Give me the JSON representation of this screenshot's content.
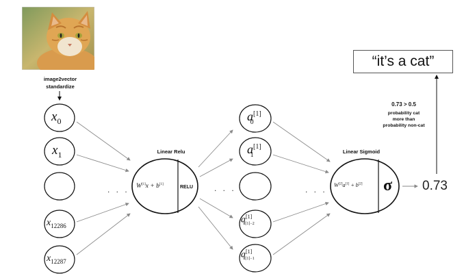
{
  "input": {
    "caption_line1": "image2vector",
    "caption_line2": "standardize",
    "nodes": [
      {
        "var": "x",
        "sub": "0"
      },
      {
        "var": "x",
        "sub": "1"
      },
      {
        "var": "",
        "sub": ""
      },
      {
        "var": "x",
        "sub": "12286"
      },
      {
        "var": "x",
        "sub": "12287"
      }
    ],
    "ellipsis": ". . ."
  },
  "hidden_layer": {
    "title": "Linear Relu",
    "linear_label": "W",
    "linear_sup": "[1]",
    "linear_mid": "x + b",
    "linear_sup2": "[1]",
    "activation_label": "RELU",
    "ellipsis": ". . ."
  },
  "activations": {
    "nodes": [
      {
        "var": "a",
        "sup": "[1]",
        "sub": "0"
      },
      {
        "var": "a",
        "sup": "[1]",
        "sub": "1"
      },
      {
        "var": "",
        "sup": "",
        "sub": ""
      },
      {
        "var": "a",
        "sup": "[1]",
        "sub": "n[1]−2"
      },
      {
        "var": "a",
        "sup": "[1]",
        "sub": "n[1]−1"
      }
    ]
  },
  "output_layer": {
    "title": "Linear Sigmoid",
    "linear_label": "W",
    "linear_sup": "[2]",
    "linear_mid": "a",
    "linear_sup2": "[1]",
    "linear_tail": " + b",
    "linear_sup3": "[2]",
    "activation_symbol": "σ",
    "ellipsis": ". . ."
  },
  "result": {
    "probability": "0.73",
    "comparison": "0.73 > 0.5",
    "explanation_line1": "probability cat",
    "explanation_line2": "more than",
    "explanation_line3": "probability non-cat",
    "verdict": "“it’s a cat”"
  },
  "colors": {
    "arrow": "#8a8a8a",
    "node_stroke": "#111111",
    "text": "#111111"
  },
  "icons": {
    "input_image": "cat-photo"
  }
}
